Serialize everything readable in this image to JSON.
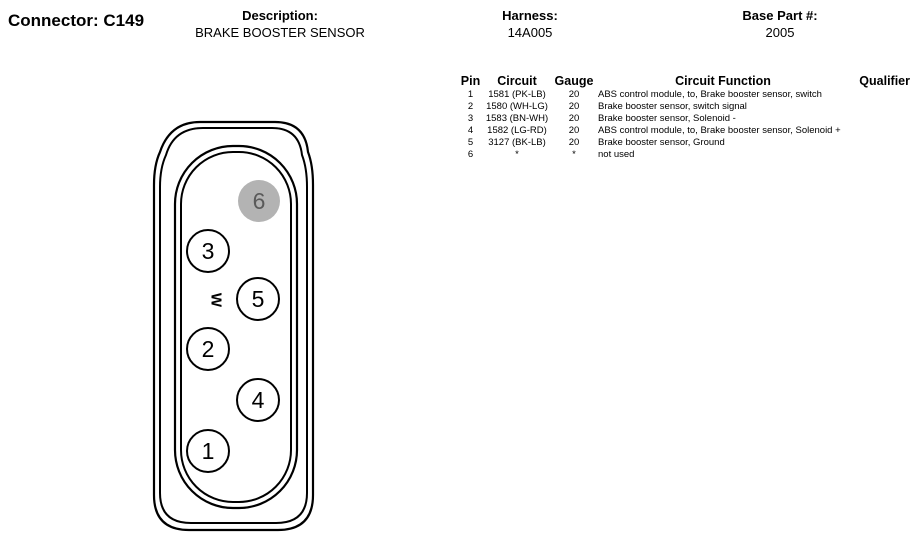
{
  "connector": {
    "label": "Connector: C149"
  },
  "description": {
    "heading": "Description:",
    "value": "BRAKE BOOSTER SENSOR"
  },
  "harness": {
    "heading": "Harness:",
    "value": "14A005"
  },
  "base_part": {
    "heading": "Base Part #:",
    "value": "2005"
  },
  "table": {
    "headers": {
      "pin": "Pin",
      "circuit": "Circuit",
      "gauge": "Gauge",
      "function": "Circuit Function",
      "qualifier": "Qualifier"
    },
    "rows": [
      {
        "pin": "1",
        "circuit": "1581 (PK-LB)",
        "gauge": "20",
        "function": "ABS control module, to, Brake booster sensor, switch",
        "qualifier": ""
      },
      {
        "pin": "2",
        "circuit": "1580 (WH-LG)",
        "gauge": "20",
        "function": "Brake booster sensor, switch signal",
        "qualifier": ""
      },
      {
        "pin": "3",
        "circuit": "1583 (BN-WH)",
        "gauge": "20",
        "function": "Brake booster sensor, Solenoid -",
        "qualifier": ""
      },
      {
        "pin": "4",
        "circuit": "1582 (LG-RD)",
        "gauge": "20",
        "function": "ABS control module, to, Brake booster sensor, Solenoid +",
        "qualifier": ""
      },
      {
        "pin": "5",
        "circuit": "3127 (BK-LB)",
        "gauge": "20",
        "function": "Brake booster sensor, Ground",
        "qualifier": ""
      },
      {
        "pin": "6",
        "circuit": "*",
        "gauge": "*",
        "function": "not used",
        "qualifier": ""
      }
    ]
  },
  "diagram": {
    "pins": [
      {
        "label": "1",
        "used": true
      },
      {
        "label": "2",
        "used": true
      },
      {
        "label": "3",
        "used": true
      },
      {
        "label": "4",
        "used": true
      },
      {
        "label": "5",
        "used": true
      },
      {
        "label": "6",
        "used": false
      }
    ],
    "marker": "W",
    "colors": {
      "outline": "#000000",
      "unused_pin_fill": "#b3b3b3",
      "unused_pin_text": "#5a5a5a"
    }
  }
}
